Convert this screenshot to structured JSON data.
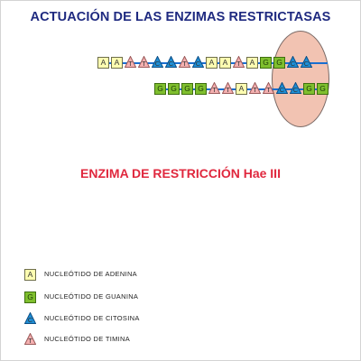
{
  "title": "ACTUACIÓN DE LAS ENZIMAS RESTRICTASAS",
  "enzyme_label": "ENZIMA DE RESTRICCIÓN Hae III",
  "colors": {
    "adenine": "#fdfdb1",
    "guanine": "#7fbf2e",
    "cytosine": "#1f8fd6",
    "thymine": "#f4b0b0",
    "enzyme": "#f2c3b2"
  },
  "strand_top": [
    "A",
    "A",
    "T",
    "T",
    "C",
    "C",
    "T",
    "C",
    "A",
    "A",
    "T",
    "A",
    "G",
    "G",
    "C",
    "C"
  ],
  "strand_bottom": [
    "G",
    "G",
    "G",
    "G",
    "T",
    "T",
    "A",
    "T",
    "T",
    "C",
    "C",
    "G",
    "G"
  ],
  "legend": [
    {
      "symbol": "A",
      "text": "NUCLEÓTIDO DE ADENINA"
    },
    {
      "symbol": "G",
      "text": "NUCLEÓTIDO DE GUANINA"
    },
    {
      "symbol": "C",
      "text": "NUCLEÓTIDO DE CITOSINA"
    },
    {
      "symbol": "T",
      "text": "NUCLEÓTIDO DE TIMINA"
    }
  ]
}
